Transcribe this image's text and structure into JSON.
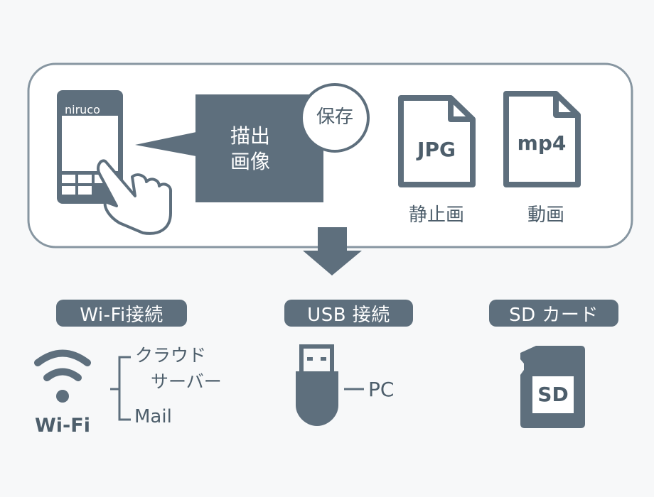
{
  "phone": {
    "brand": "niruco"
  },
  "capture": {
    "label_line1": "描出",
    "label_line2": "画像",
    "save": "保存"
  },
  "files": [
    {
      "ext": "JPG",
      "caption": "静止画"
    },
    {
      "ext": "mp4",
      "caption": "動画"
    }
  ],
  "connections": {
    "wifi": {
      "title": "Wi-Fi接続",
      "logo_text": "Wi-Fi",
      "target_1_line1": "クラウド",
      "target_1_line2": "サーバー",
      "target_2": "Mail"
    },
    "usb": {
      "title": "USB 接続",
      "target": "PC"
    },
    "sd": {
      "title": "SD カード",
      "card_text": "SD"
    }
  },
  "colors": {
    "primary": "#5e6f7d",
    "background": "#f7f8f9"
  }
}
